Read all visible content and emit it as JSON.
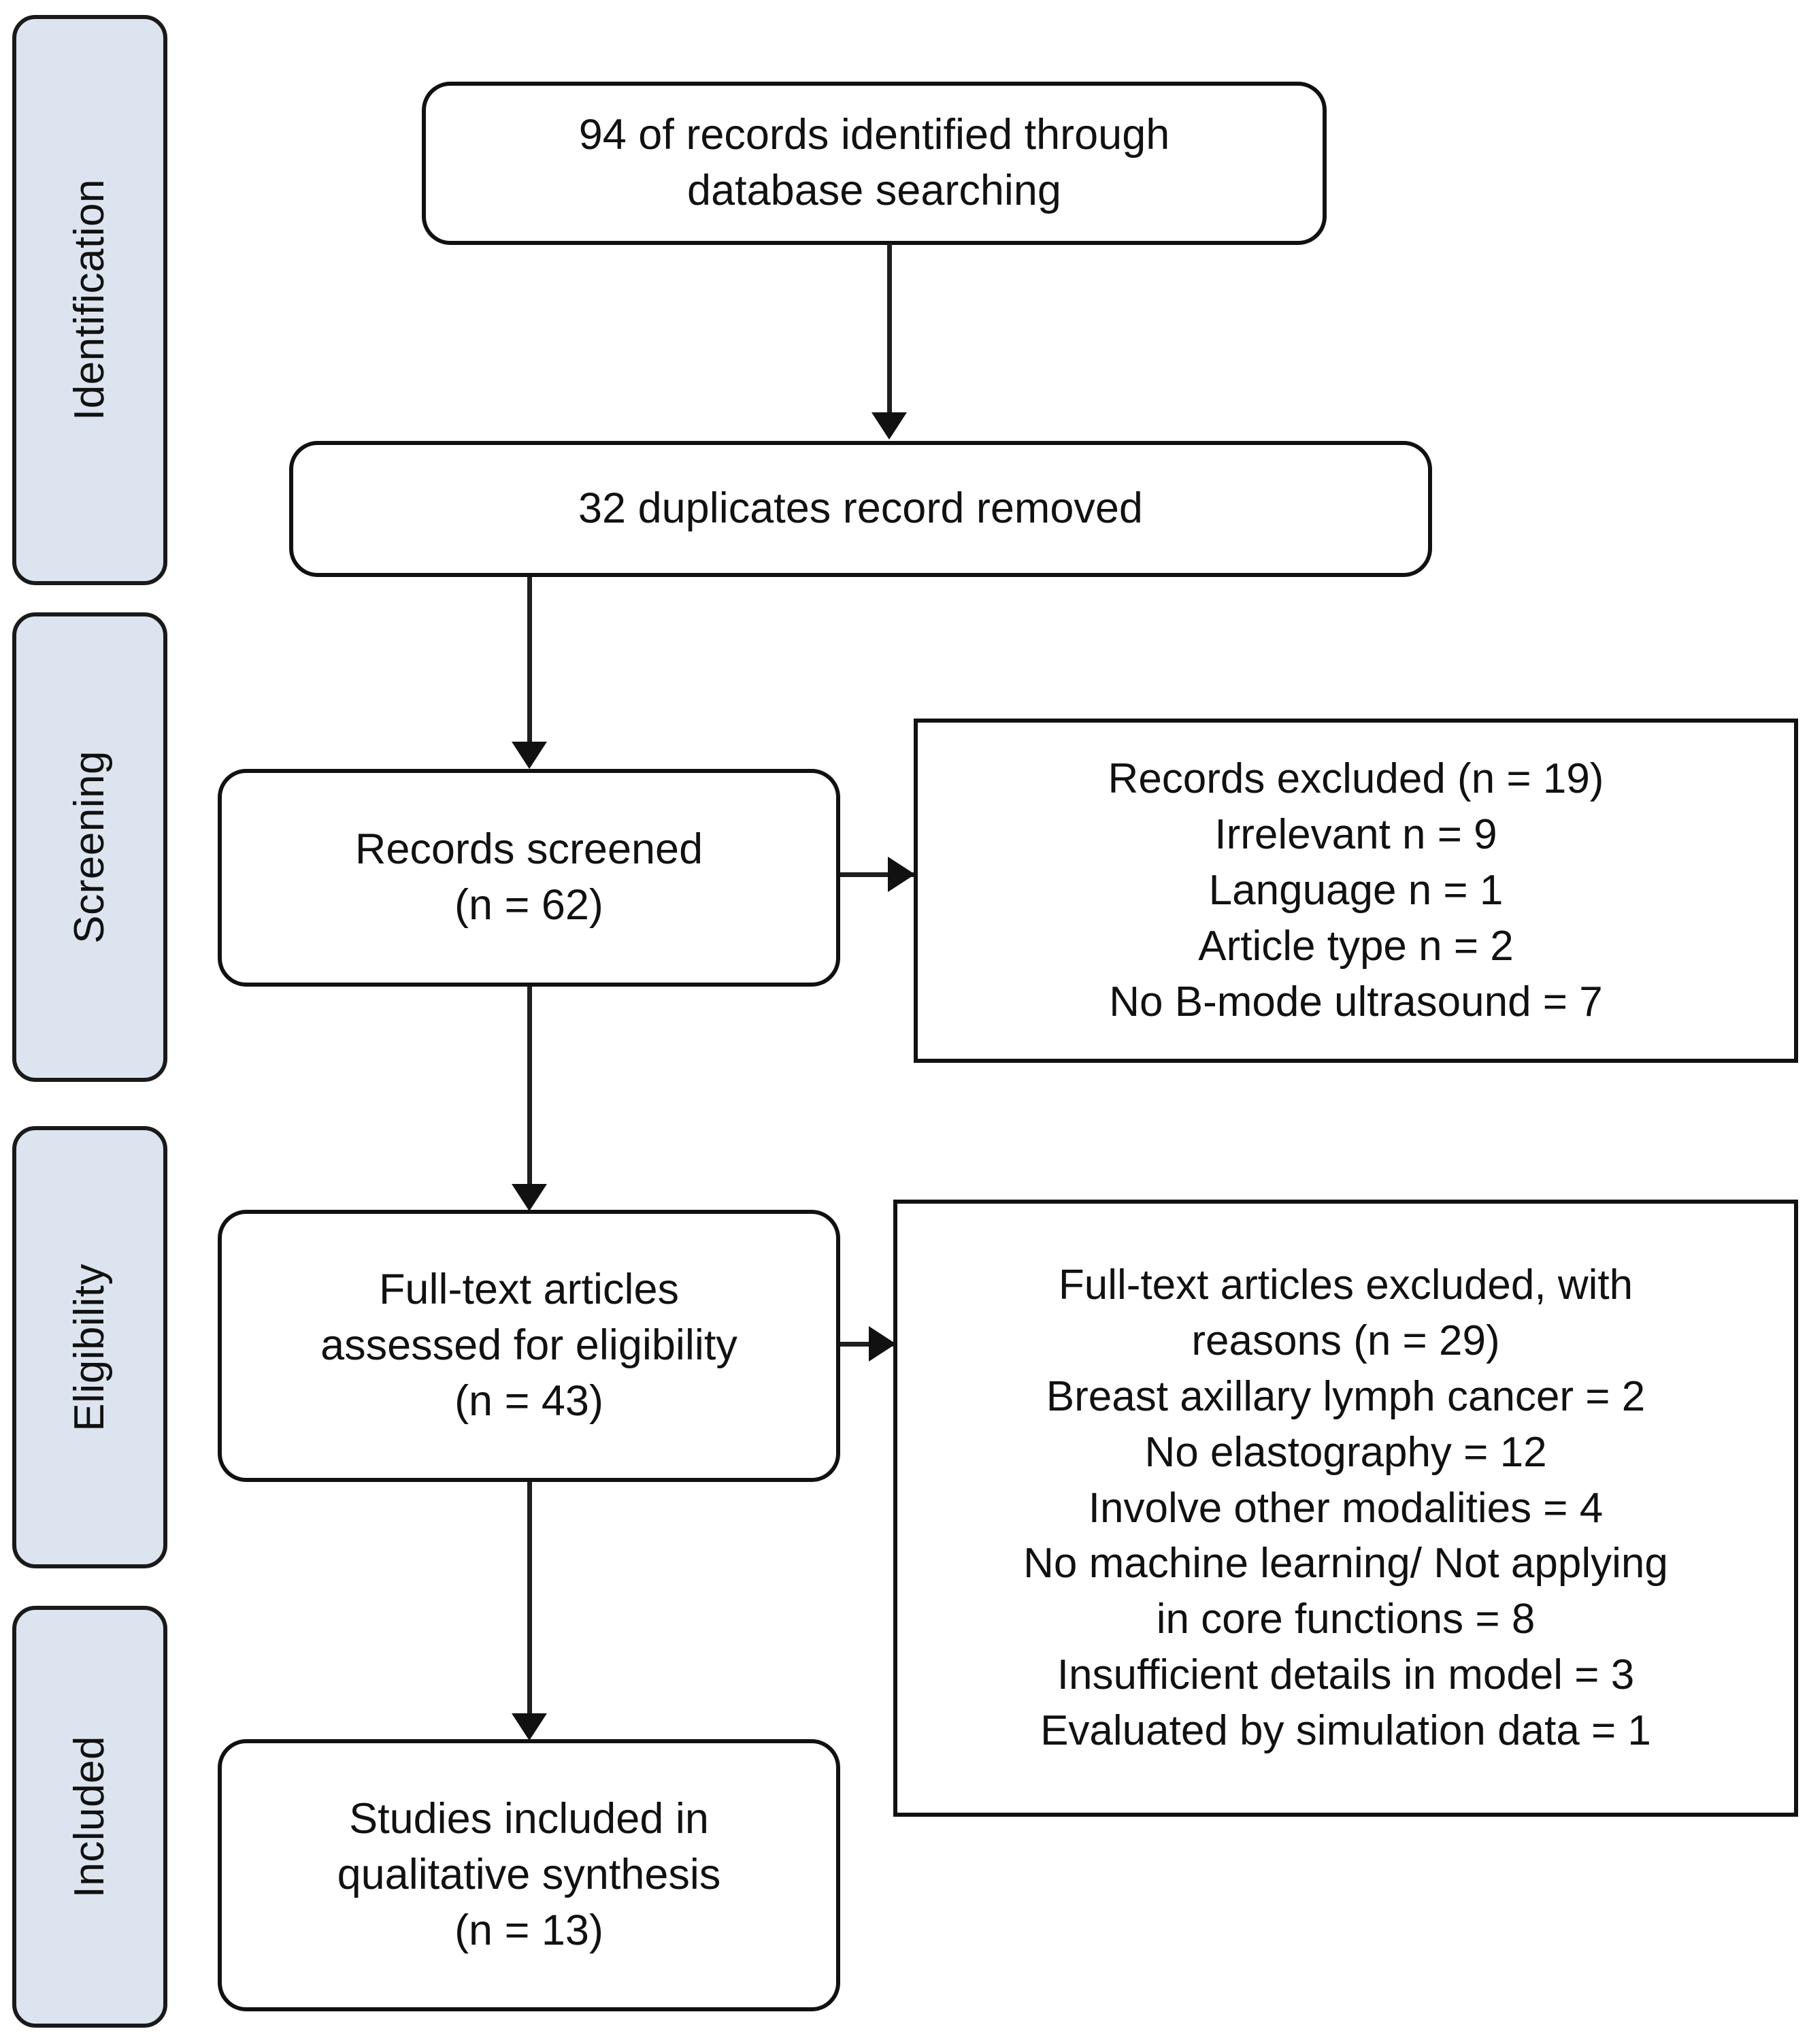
{
  "diagram": {
    "title": "PRISMA flow diagram",
    "colors": {
      "stage_fill": "#dce4ef",
      "stroke": "#111111",
      "box_fill": "#ffffff",
      "page_background": "#ffffff"
    }
  },
  "stages": [
    {
      "id": "identification",
      "label": "Identification"
    },
    {
      "id": "screening",
      "label": "Screening"
    },
    {
      "id": "eligibility",
      "label": "Eligibility"
    },
    {
      "id": "included",
      "label": "Included"
    }
  ],
  "flow_boxes": [
    {
      "id": "records-identified",
      "lines": [
        "94 of records identified through",
        "database searching"
      ],
      "count": 94
    },
    {
      "id": "duplicates-removed",
      "lines": [
        "32 duplicates record removed"
      ],
      "count": 32
    },
    {
      "id": "records-screened",
      "lines": [
        "Records screened",
        "(n  = 62)"
      ],
      "count": 62
    },
    {
      "id": "full-text-assessed",
      "lines": [
        "Full-text articles",
        "assessed for eligibility",
        "(n = 43)"
      ],
      "count": 43
    },
    {
      "id": "studies-included",
      "lines": [
        "Studies included in",
        "qualitative synthesis",
        "(n = 13)"
      ],
      "count": 13
    }
  ],
  "exclusion_boxes": [
    {
      "id": "records-excluded",
      "heading": "Records excluded  (n = 19)",
      "total": 19,
      "reasons": [
        {
          "label": "Irrelevant n = 9",
          "value": 9
        },
        {
          "label": "Language n = 1",
          "value": 1
        },
        {
          "label": "Article type n = 2",
          "value": 2
        },
        {
          "label": "No B-mode ultrasound = 7",
          "value": 7
        }
      ]
    },
    {
      "id": "full-text-excluded",
      "heading_line_1": "Full-text articles excluded, with",
      "heading_line_2": "reasons (n = 29)",
      "total": 29,
      "reasons": [
        {
          "label": "Breast axillary lymph cancer = 2",
          "value": 2
        },
        {
          "label": "No elastography = 12",
          "value": 12
        },
        {
          "label": "Involve other modalities = 4",
          "value": 4
        },
        {
          "label": "No machine learning/ Not applying",
          "value": null
        },
        {
          "label": "in core functions = 8",
          "value": 8
        },
        {
          "label": "Insufficient details in model = 3",
          "value": 3
        },
        {
          "label": "Evaluated by simulation data = 1",
          "value": 1
        }
      ]
    }
  ]
}
